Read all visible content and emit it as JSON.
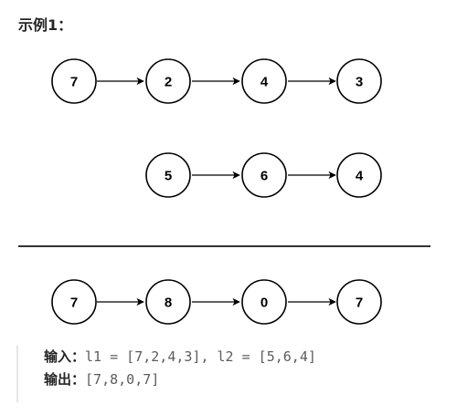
{
  "example_title": "示例1：",
  "lists": {
    "l1": [
      "7",
      "2",
      "4",
      "3"
    ],
    "l2": [
      "5",
      "6",
      "4"
    ],
    "result": [
      "7",
      "8",
      "0",
      "7"
    ]
  },
  "example": {
    "input_label": "输入：",
    "input_value": "l1 = [7,2,4,3], l2 = [5,6,4]",
    "output_label": "输出：",
    "output_value": "[7,8,0,7]"
  }
}
